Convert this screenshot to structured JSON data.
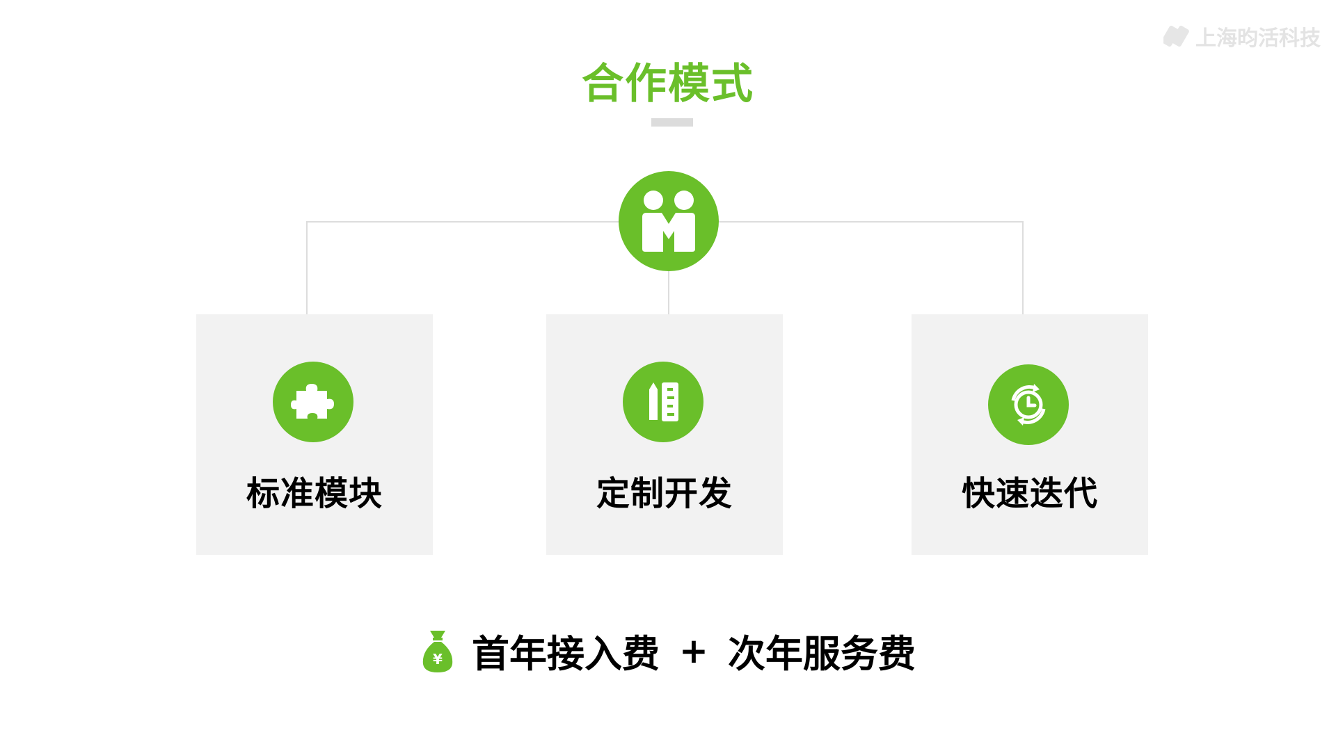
{
  "watermark": {
    "text": "上海昀活科技"
  },
  "title": "合作模式",
  "hub": {
    "icon": "partnership-icon"
  },
  "cards": [
    {
      "icon": "puzzle-icon",
      "label": "标准模块"
    },
    {
      "icon": "ruler-pencil-icon",
      "label": "定制开发"
    },
    {
      "icon": "clock-refresh-icon",
      "label": "快速迭代"
    }
  ],
  "pricing": {
    "icon": "money-bag-icon",
    "first": "首年接入费",
    "plus": "+",
    "second": "次年服务费"
  },
  "colors": {
    "accent": "#6abf2a",
    "card_bg": "#f2f2f2",
    "line": "#dddddd"
  }
}
